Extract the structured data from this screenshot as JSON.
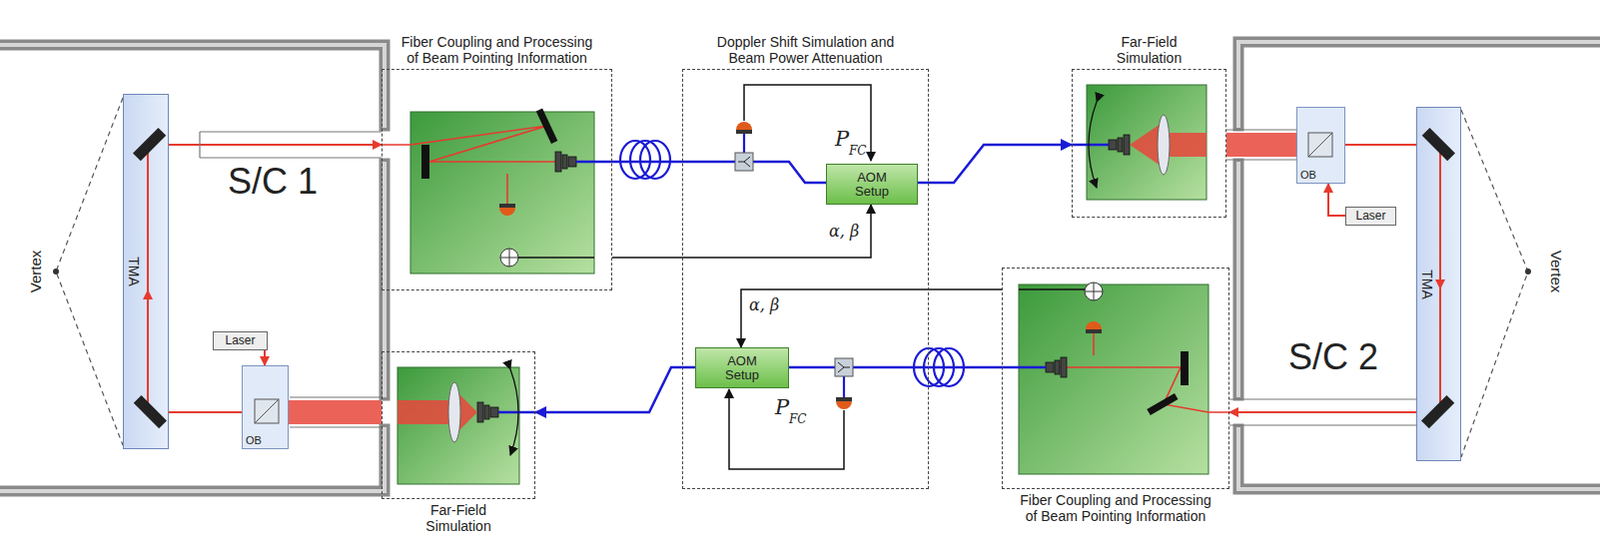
{
  "diagram": {
    "nodes": [
      {
        "text": [
          "Fiber Coupling and Processing of Beam Pointing Information"
        ]
      },
      {
        "text": [
          "Doppler Shift Simulation and Beam Power Attenuation"
        ]
      },
      {
        "text": [
          "AOM Setup"
        ],
        "in": 1
      },
      {
        "text": [
          "AOM Setup"
        ],
        "in": 1
      },
      {
        "text": [
          "Far-Field Simulation"
        ]
      },
      {
        "text": [
          "Far-Field Simulation"
        ]
      },
      {
        "text": [
          "Fiber Coupling and Processing of Beam Pointing Information"
        ]
      },
      {
        "text": [
          "TMA"
        ]
      },
      {
        "text": [
          "OB"
        ]
      },
      {
        "text": [
          "Laser"
        ]
      },
      {
        "text": [
          "TMA"
        ]
      },
      {
        "text": [
          "OB"
        ]
      },
      {
        "text": [
          "Laser"
        ]
      }
    ],
    "edges": [
      {
        "from": 7,
        "to": 0,
        "arrow": "to"
      },
      {
        "from": 0,
        "to": 2,
        "arrow": "none"
      },
      {
        "from": 0,
        "to": 2,
        "label": "α, β",
        "arrow": "to"
      },
      {
        "from": 2,
        "to": 4,
        "arrow": "to"
      },
      {
        "from": 10,
        "to": 6,
        "arrow": "to"
      },
      {
        "from": 6,
        "to": 3,
        "arrow": "none"
      },
      {
        "from": 6,
        "to": 3,
        "label": "α, β",
        "arrow": "to"
      },
      {
        "from": 3,
        "to": 5,
        "arrow": "to"
      },
      {
        "from": 9,
        "to": 8,
        "arrow": "to"
      },
      {
        "from": 8,
        "to": 7,
        "arrow": "none"
      },
      {
        "from": 8,
        "to": 5,
        "arrow": "none"
      },
      {
        "from": 12,
        "to": 11,
        "arrow": "to"
      },
      {
        "from": 11,
        "to": 10,
        "arrow": "none"
      },
      {
        "from": 11,
        "to": 4,
        "arrow": "none"
      }
    ],
    "labels": [
      "S/C 1",
      "S/C 2",
      "Vertex",
      "Vertex",
      "P",
      "FC",
      "P",
      "FC"
    ]
  }
}
